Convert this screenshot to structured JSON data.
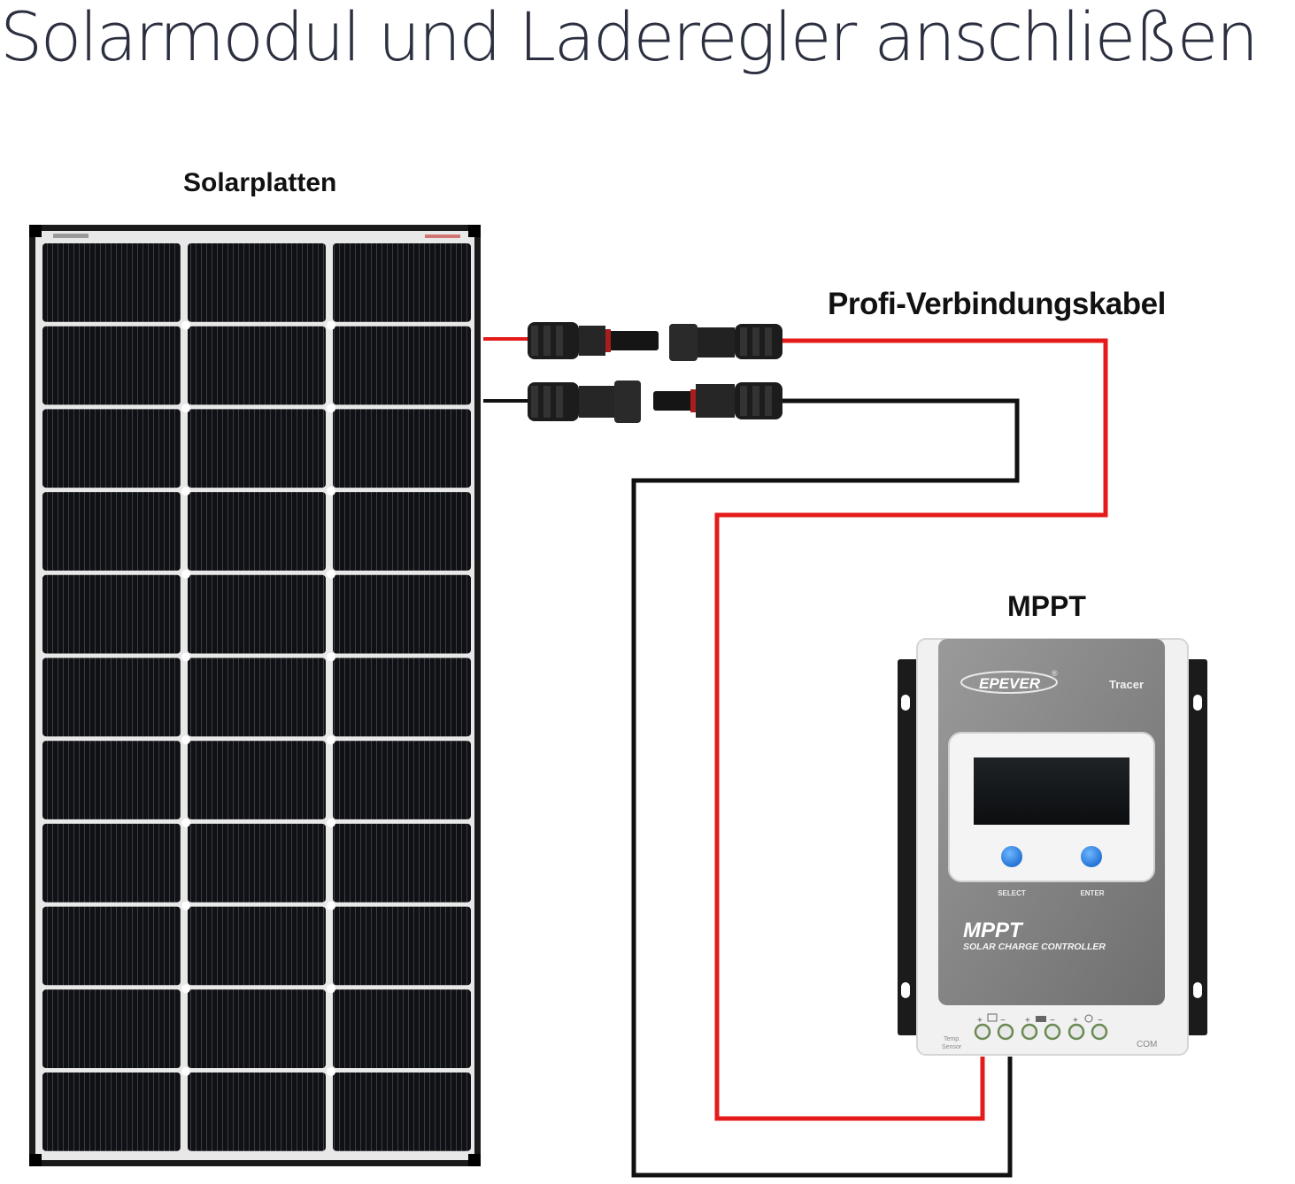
{
  "title": "Solarmodul und Laderegler anschließen",
  "labels": {
    "panel": "Solarplatten",
    "cable": "Profi-Verbindungskabel",
    "controller": "MPPT"
  },
  "controller": {
    "brand": "EPEVER",
    "registered": "®",
    "model": "Tracer",
    "button_select": "SELECT",
    "button_enter": "ENTER",
    "product_name": "MPPT",
    "product_subtitle": "SOLAR CHARGE CONTROLLER",
    "temp_sensor_line1": "Temp.",
    "temp_sensor_line2": "Sensor",
    "com_port": "COM"
  },
  "colors": {
    "positive_wire": "#e51b1b",
    "negative_wire": "#111111",
    "panel_frame": "#1a1a1a",
    "panel_cell": "#0e0f12",
    "controller_face": "#8a8a8a",
    "button_blue": "#2a7fe0"
  }
}
